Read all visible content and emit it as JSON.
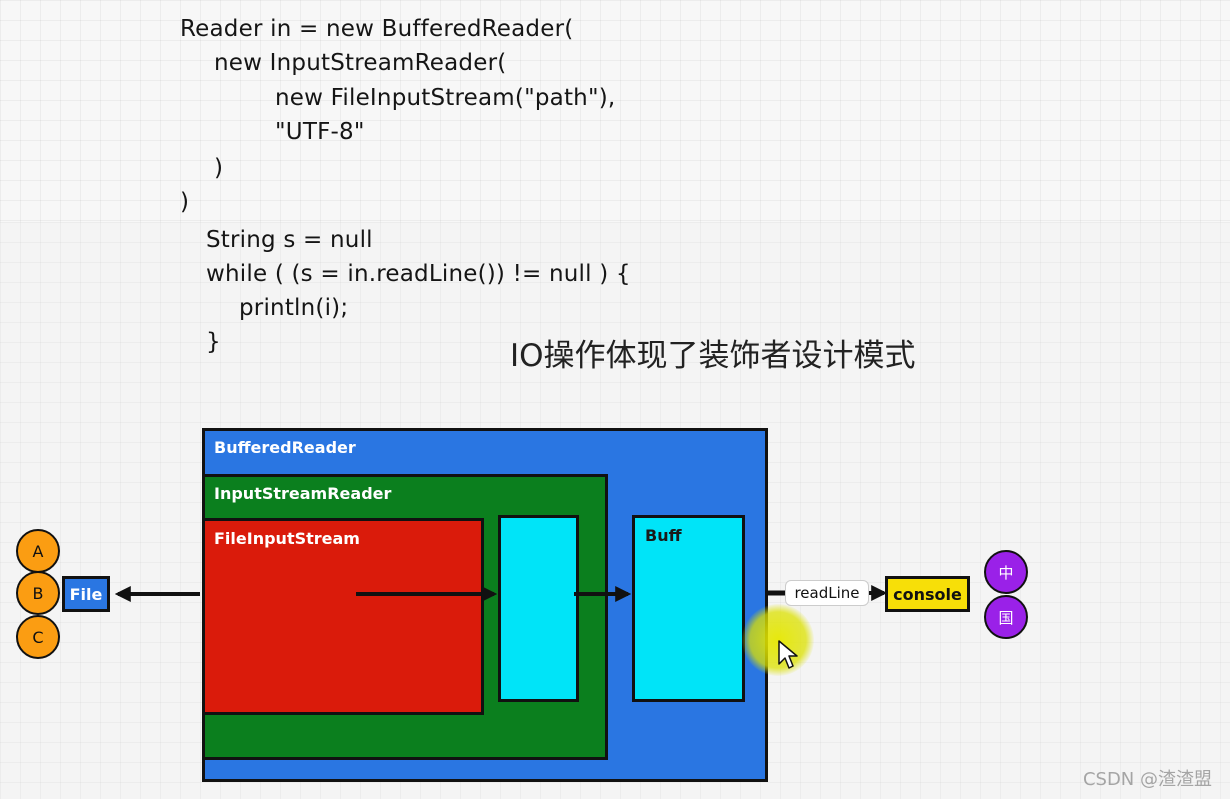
{
  "code": {
    "lines": [
      "Reader in = new BufferedReader(",
      "new InputStreamReader(",
      "new FileInputStream(\"path\"),",
      "\"UTF-8\"",
      ")",
      ")",
      "String s = null",
      "while ( (s = in.readLine()) != null ) {",
      "println(i);",
      "}"
    ]
  },
  "caption": "IO操作体现了装饰者设计模式",
  "diagram": {
    "sources": [
      "A",
      "B",
      "C"
    ],
    "file_label": "File",
    "buffered_reader_label": "BufferedReader",
    "input_stream_reader_label": "InputStreamReader",
    "file_input_stream_label": "FileInputStream",
    "buff_label": "Buff",
    "readline_label": "readLine",
    "console_label": "console",
    "outputs": [
      "中",
      "国"
    ],
    "colors": {
      "buffered_reader": "#2a76e2",
      "input_stream_reader": "#0b7f1e",
      "file_input_stream": "#da1b0b",
      "buffer": "#00e4f8",
      "source_circle": "#fb9d12",
      "output_circle": "#9a21e8",
      "console": "#f7df08",
      "file": "#2a76e2"
    }
  },
  "watermark": "CSDN @渣渣盟"
}
